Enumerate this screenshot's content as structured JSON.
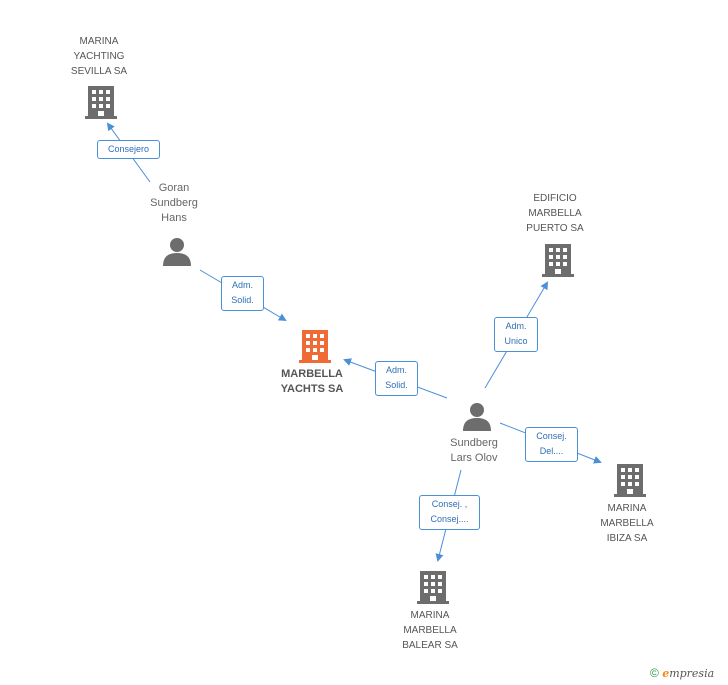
{
  "nodes": {
    "marina_sevilla": {
      "label": "MARINA\nYACHTING\nSEVILLA SA",
      "kind": "company"
    },
    "goran": {
      "label": "Goran\nSundberg\nHans",
      "kind": "person"
    },
    "edificio": {
      "label": "EDIFICIO\nMARBELLA\nPUERTO SA",
      "kind": "company"
    },
    "marbella_yachts": {
      "label": "MARBELLA\nYACHTS SA",
      "kind": "company-main"
    },
    "lars": {
      "label": "Sundberg\nLars Olov",
      "kind": "person"
    },
    "marina_ibiza": {
      "label": "MARINA\nMARBELLA\nIBIZA SA",
      "kind": "company"
    },
    "marina_balear": {
      "label": "MARINA\nMARBELLA\nBALEAR SA",
      "kind": "company"
    }
  },
  "edges": {
    "consejero": {
      "label": "Consejero"
    },
    "goran_adm": {
      "label": "Adm.\nSolid."
    },
    "lars_adm_solid": {
      "label": "Adm.\nSolid."
    },
    "lars_adm_unico": {
      "label": "Adm.\nUnico"
    },
    "lars_consej_del": {
      "label": "Consej.\nDel...."
    },
    "lars_consej": {
      "label": "Consej. ,\nConsej...."
    }
  },
  "colors": {
    "company_icon": "#6d6d6d",
    "main_icon": "#f06a35",
    "person_icon": "#6d6d6d",
    "edge_line": "#4a90d9",
    "edge_text": "#2f6fb6"
  },
  "footer": {
    "copyright": "©",
    "brand_e": "e",
    "brand_rest": "mpresia"
  }
}
